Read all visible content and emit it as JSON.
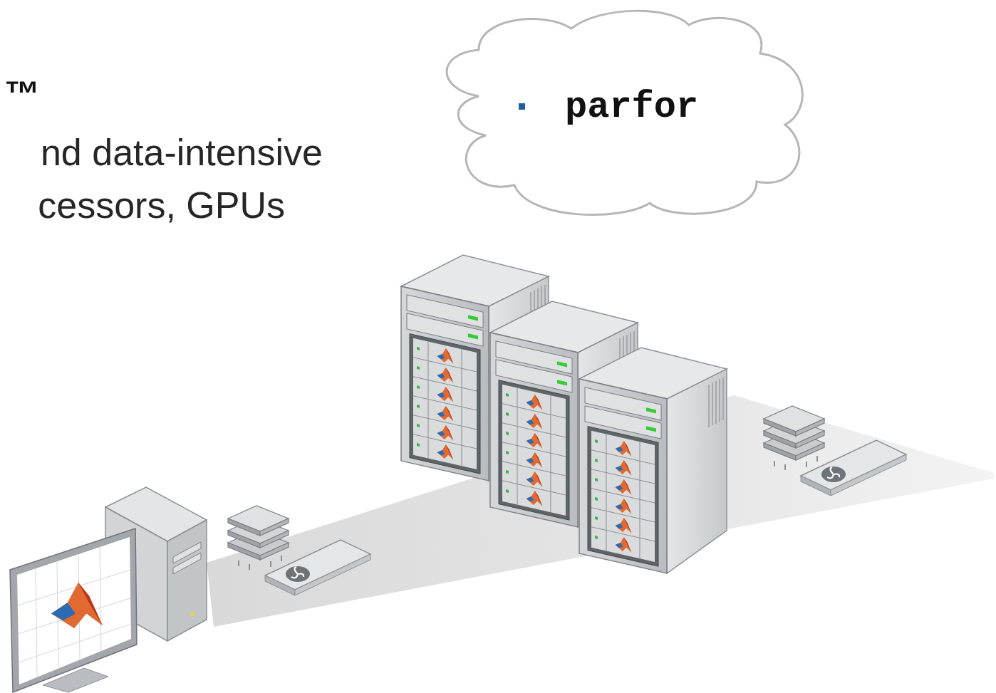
{
  "diagram": {
    "nodes": [
      {
        "text": [
          "parfor"
        ]
      }
    ],
    "labels": [
      "™",
      "nd data-intensive",
      "cessors, GPUs"
    ]
  }
}
